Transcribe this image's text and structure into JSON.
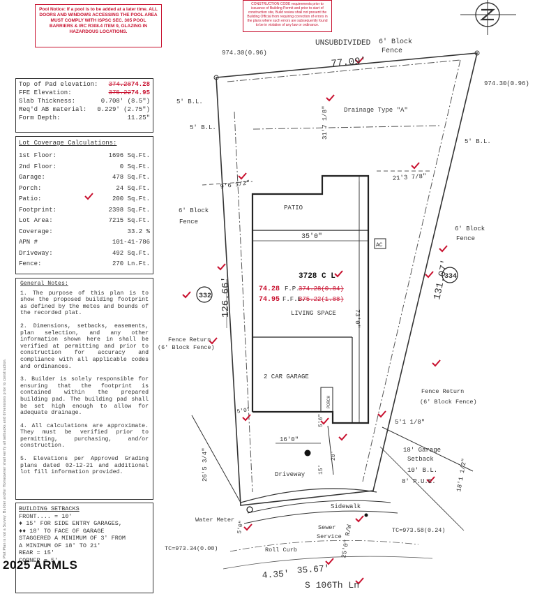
{
  "top_notice": {
    "pool_notice": "Pool Notice: If a pool is to be added at a later time. ALL DOORS AND WINDOWS ACCESSING THE POOL AREA MUST COMPLY WITH ISPSC SEC. 305 POOL BARRIERS & IRC R308.4 ITEM 9, GLAZING IN HAZARDOUS LOCATIONS.",
    "construction_code": "CONSTRUCTION CODE requirements prior to issuance of Building Permit and prior to start of construction site, Build review shall not present the Building Official from requiring correction of errors in the plans where such errors are subsequently found to be in violation of any law or ordinance."
  },
  "elevations": {
    "rows": [
      {
        "label": "Top of Pad elevation:",
        "old": "374.28",
        "new": "74.28"
      },
      {
        "label": "FFE Elevation:",
        "old": "375.22",
        "new": "74.95"
      },
      {
        "label": "Slab Thickness:",
        "value": "0.708' (8.5\")"
      },
      {
        "label": "Req'd AB material:",
        "value": "0.229' (2.75\")"
      },
      {
        "label": "Form Depth:",
        "value": "11.25\""
      }
    ]
  },
  "lot_coverage": {
    "title": "Lot Coverage Calculations:",
    "rows": [
      {
        "label": "1st Floor:",
        "value": "1696 Sq.Ft."
      },
      {
        "label": "2nd Floor:",
        "value": "0 Sq.Ft."
      },
      {
        "label": "Garage:",
        "value": "478 Sq.Ft."
      },
      {
        "label": "Porch:",
        "value": "24 Sq.Ft."
      },
      {
        "label": "Patio:",
        "value": "200 Sq.Ft."
      },
      {
        "label": "Footprint:",
        "value": "2398 Sq.Ft."
      },
      {
        "label": "Lot Area:",
        "value": "7215 Sq.Ft."
      },
      {
        "label": "Coverage:",
        "value": "33.2 %"
      },
      {
        "label": "APN #",
        "value": "101-41-786"
      },
      {
        "label": "Driveway:",
        "value": "492 Sq.Ft."
      },
      {
        "label": "Fence:",
        "value": "270 Ln.Ft."
      }
    ]
  },
  "general_notes": {
    "title": "General Notes:",
    "notes": [
      "1. The purpose of this plan is to show the proposed building footprint as defined by the metes and bounds of the recorded plat.",
      "2. Dimensions, setbacks, easements, plan selection, and any other information shown here in shall be verified at permitting and prior to construction for accuracy and compliance with all applicable codes and ordinances.",
      "3. Builder is solely responsible for ensuring that the footprint is contained within the prepared building pad. The building pad shall be set high enough to allow for adequate drainage.",
      "4. All calculations are approximate. They must be verified prior to permitting, purchasing, and/or construction.",
      "5. Elevations per Approved Grading plans dated 02-12-21 and additional lot fill information provided."
    ]
  },
  "setbacks": {
    "title": "BUILDING SETBACKS",
    "lines": [
      "FRONT....  = 10'",
      "♦ 15' FOR SIDE ENTRY GARAGES,",
      "♦♦ 18' TO FACE OF GARAGE",
      "STAGGERED A MINIMUM OF 3' FROM",
      "A MINIMUM OF 18' TO 21'",
      "REAR = 15'",
      "CORNER = 5'"
    ]
  },
  "vertical_note": "Plot Plan is not a Survey. Builder and/or Homeowner shall verify all setbacks and dimensions prior to construction.",
  "watermark": "2025 ARMLS",
  "plan": {
    "unsubdivided": "UNSUBDIVIDED",
    "block_fence": "6' Block",
    "block_fence2": "Fence",
    "top_dim": "77.09'",
    "corner_left": "974.30(0.96)",
    "corner_right": "974.30(0.96)",
    "bl_5_a": "5' B.L.",
    "bl_5_b": "5' B.L.",
    "bl_5_c": "5' B.L.",
    "drainage": "Drainage Type \"A\"",
    "rear_dim": "31'7 1/8\"",
    "dim_9_6": "9'6 1/2\"",
    "dim_21_3": "21'3 7/8\"",
    "block_fence_left_1": "6' Block",
    "block_fence_left_2": "Fence",
    "block_fence_right_1": "6' Block",
    "block_fence_right_2": "Fence",
    "patio": "PATIO",
    "width_35": "35'0\"",
    "ac": "AC",
    "lot_num": "3728 C L",
    "fp_label": "F.P.",
    "fp_old": "374.28(0.84)",
    "fp_new": "74.28",
    "ffe_label": "F.F.E.",
    "ffe_old": "375.22(1.88)",
    "ffe_new": "74.95",
    "living_space": "LIVING SPACE",
    "depth_73": "73'0\"",
    "left_dim": "126.66'",
    "right_dim": "131.07'",
    "lot_332": "332",
    "lot_334": "334",
    "fence_return_left_1": "Fence Return",
    "fence_return_left_2": "(6' Block Fence)",
    "fence_return_right_1": "Fence Return",
    "fence_return_right_2": "(6' Block Fence)",
    "garage": "2 CAR GARAGE",
    "porch": "PORCH",
    "dim_5_0": "5'0\"",
    "dim_16_0": "16'0\"",
    "dim_5_6": "5'6\"",
    "dim_5_1": "5'1 1/8\"",
    "garage_setback_1": "18' Garage",
    "garage_setback_2": "Setback",
    "bl_10": "10' B.L.",
    "pue_8": "8' P.U.E.",
    "dim_26_5": "26'5 3/4\"",
    "dim_18_1": "18'1 1/2\"",
    "driveway": "Driveway",
    "sidewalk": "Sidewalk",
    "water_meter": "Water Meter",
    "sewer_service_1": "Sewer",
    "sewer_service_2": "Service",
    "tc_left": "TC=973.34(0.00)",
    "tc_right": "TC=973.58(0.24)",
    "roll_curb": "Roll Curb",
    "row_dim": "25'0\" R/W",
    "dim_4_35": "4.35'",
    "dim_35_67": "35.67'",
    "street": "S 106Th Ln",
    "dim_20": "20'",
    "dim_5_left": "5'0\"",
    "dim_15": "15'"
  }
}
